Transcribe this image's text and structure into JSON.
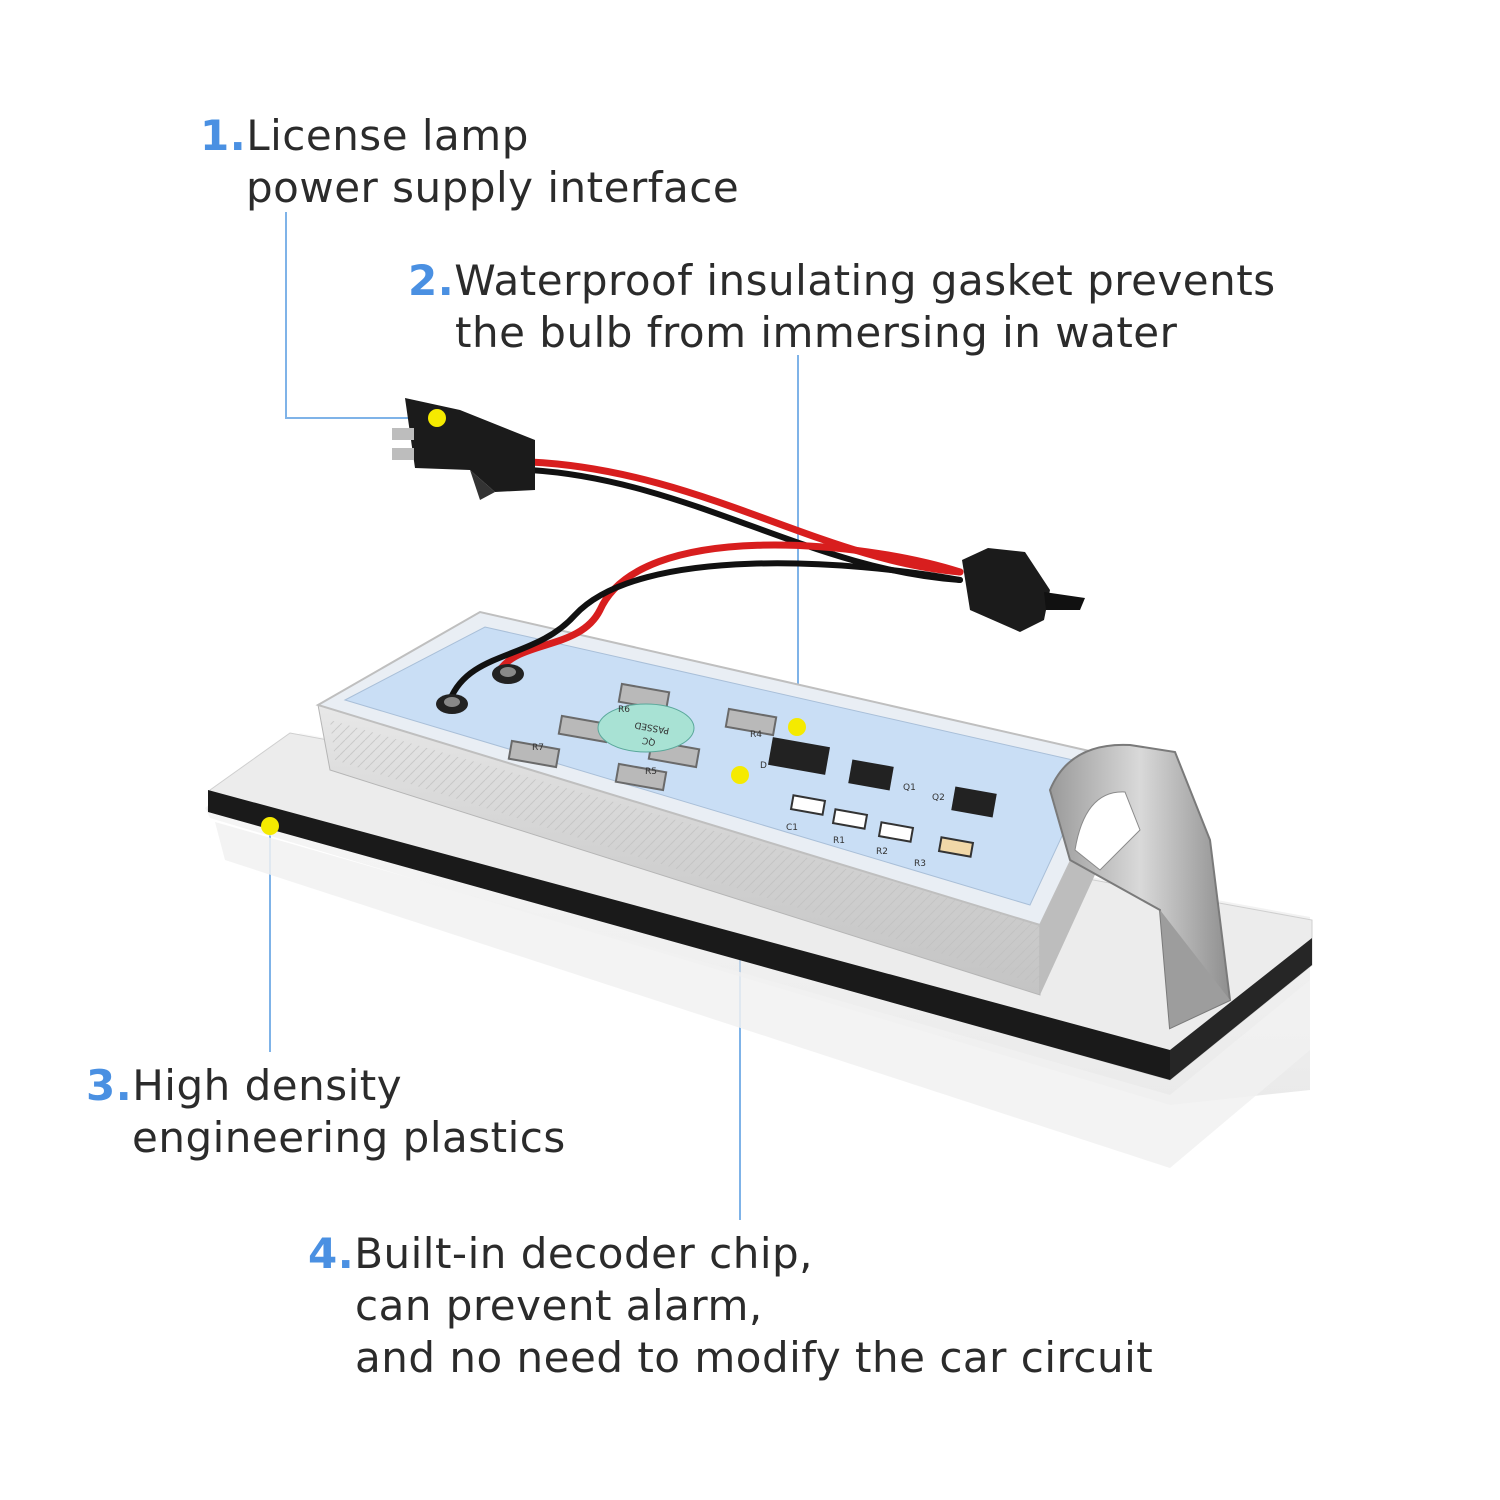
{
  "colors": {
    "number": "#4a90e2",
    "text": "#2b2b2b",
    "marker": "#f5ea00",
    "leader": "#7fb3e8",
    "pcb": "#c9def5",
    "wire_red": "#d81e1e",
    "wire_black": "#111111"
  },
  "callouts": [
    {
      "number": "1.",
      "line1": "License lamp",
      "line2": "power supply interface",
      "marker_icon": "yellow-dot"
    },
    {
      "number": "2.",
      "line1": "Waterproof insulating gasket prevents",
      "line2": "the bulb from immersing in water",
      "marker_icon": "yellow-dot"
    },
    {
      "number": "3.",
      "line1": "High density",
      "line2": "engineering plastics",
      "marker_icon": "yellow-dot"
    },
    {
      "number": "4.",
      "line1": "Built-in decoder chip,",
      "line2": "can prevent alarm,",
      "line3": "and no need to modify the car circuit",
      "marker_icon": "yellow-dot"
    }
  ],
  "pcb_labels": {
    "qc_line1": "PASSED",
    "qc_line2": "QC",
    "r1": "R1",
    "r2": "R2",
    "r3": "R3",
    "r4": "R4",
    "r5": "R5",
    "r6": "R6",
    "r7": "R7",
    "c1": "C1",
    "q1": "Q1",
    "q2": "Q2",
    "d": "D"
  }
}
